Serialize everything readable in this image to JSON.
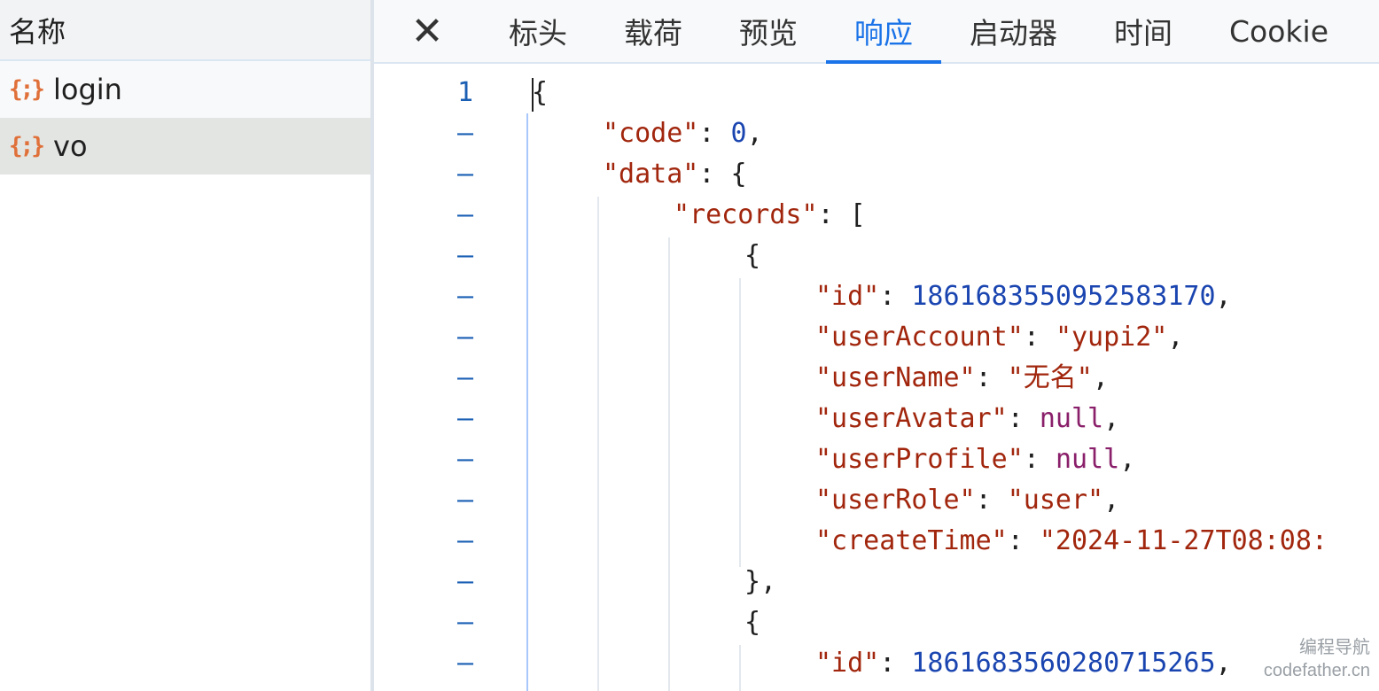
{
  "request_list": {
    "header": "名称",
    "items": [
      {
        "icon": "json-icon",
        "name": "login"
      },
      {
        "icon": "json-icon",
        "name": "vo"
      }
    ]
  },
  "tabs": {
    "close_symbol": "✕",
    "items": [
      "标头",
      "载荷",
      "预览",
      "响应",
      "启动器",
      "时间",
      "Cookie"
    ],
    "active": "响应"
  },
  "response": {
    "lines": [
      {
        "no": "1",
        "indent": 0,
        "k": "",
        "punct": "{",
        "v": "",
        "vt": "",
        "tail": ""
      },
      {
        "no": "–",
        "indent": 1,
        "k": "\"code\"",
        "punct": ": ",
        "v": "0",
        "vt": "num",
        "tail": ","
      },
      {
        "no": "–",
        "indent": 1,
        "k": "\"data\"",
        "punct": ": {",
        "v": "",
        "vt": "",
        "tail": ""
      },
      {
        "no": "–",
        "indent": 2,
        "k": "\"records\"",
        "punct": ": [",
        "v": "",
        "vt": "",
        "tail": ""
      },
      {
        "no": "–",
        "indent": 3,
        "k": "",
        "punct": "{",
        "v": "",
        "vt": "",
        "tail": ""
      },
      {
        "no": "–",
        "indent": 4,
        "k": "\"id\"",
        "punct": ": ",
        "v": "1861683550952583170",
        "vt": "num",
        "tail": ","
      },
      {
        "no": "–",
        "indent": 4,
        "k": "\"userAccount\"",
        "punct": ": ",
        "v": "\"yupi2\"",
        "vt": "str",
        "tail": ","
      },
      {
        "no": "–",
        "indent": 4,
        "k": "\"userName\"",
        "punct": ": ",
        "v": "\"无名\"",
        "vt": "str",
        "tail": ","
      },
      {
        "no": "–",
        "indent": 4,
        "k": "\"userAvatar\"",
        "punct": ": ",
        "v": "null",
        "vt": "nul",
        "tail": ","
      },
      {
        "no": "–",
        "indent": 4,
        "k": "\"userProfile\"",
        "punct": ": ",
        "v": "null",
        "vt": "nul",
        "tail": ","
      },
      {
        "no": "–",
        "indent": 4,
        "k": "\"userRole\"",
        "punct": ": ",
        "v": "\"user\"",
        "vt": "str",
        "tail": ","
      },
      {
        "no": "–",
        "indent": 4,
        "k": "\"createTime\"",
        "punct": ": ",
        "v": "\"2024-11-27T08:08:",
        "vt": "str",
        "tail": ""
      },
      {
        "no": "–",
        "indent": 3,
        "k": "",
        "punct": "},",
        "v": "",
        "vt": "",
        "tail": ""
      },
      {
        "no": "–",
        "indent": 3,
        "k": "",
        "punct": "{",
        "v": "",
        "vt": "",
        "tail": ""
      },
      {
        "no": "–",
        "indent": 4,
        "k": "\"id\"",
        "punct": ": ",
        "v": "1861683560280715265",
        "vt": "num",
        "tail": ","
      }
    ]
  },
  "watermark": {
    "line1": "编程导航",
    "line2": "codefather.cn"
  }
}
